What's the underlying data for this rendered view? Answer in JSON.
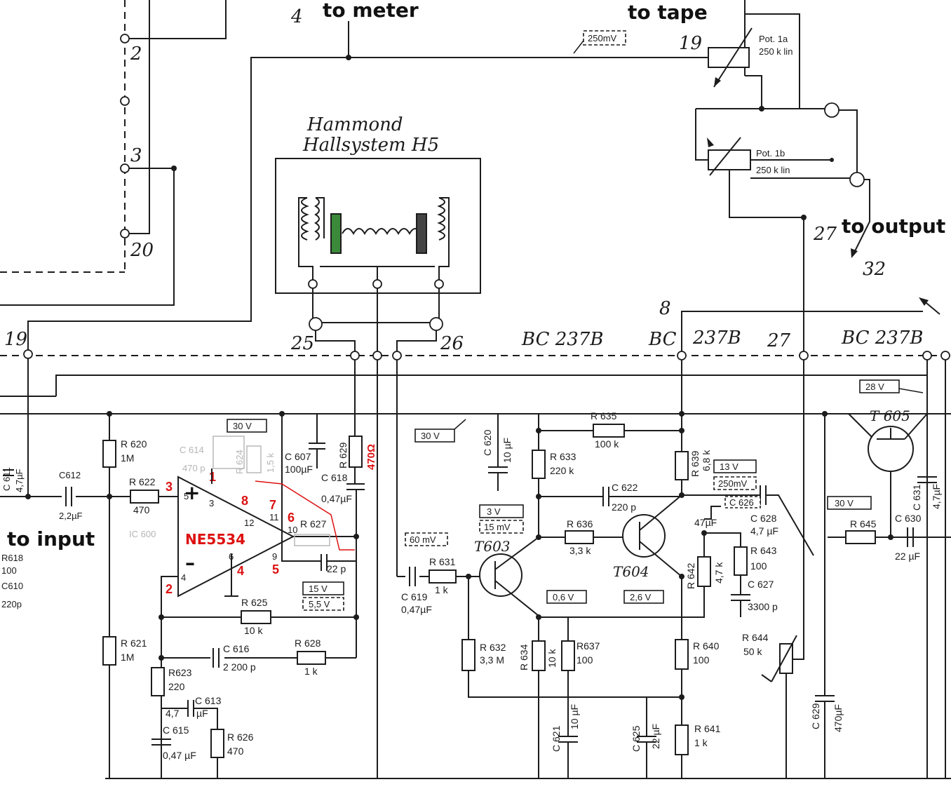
{
  "annotations": {
    "to_meter": "to meter",
    "to_tape": "to tape",
    "to_output": "to output",
    "to_input": "to input"
  },
  "reverb": {
    "line1": "Hammond",
    "line2": "Hallsystem H5"
  },
  "terminals": {
    "t4": "4",
    "t2": "2",
    "t3": "3",
    "t20": "20",
    "t19a": "19",
    "t19b": "19",
    "t25": "25",
    "t26": "26",
    "t8": "8",
    "t27a": "27",
    "t27b": "27",
    "t32": "32"
  },
  "transistor_types": {
    "a": "BC 237B",
    "b": "BC",
    "c": "237B",
    "d": "BC 237B"
  },
  "voltages": {
    "v250mV": "250mV",
    "v30a": "30 V",
    "v30b": "30 V",
    "v3": "3 V",
    "v15mV": "15 mV",
    "v60mV": "60 mV",
    "v15": "15 V",
    "v55": "5,5 V",
    "v06": "0,6 V",
    "v26": "2,6 V",
    "v13": "13 V",
    "v250mV2": "250mV",
    "v28": "28 V",
    "v30c": "30 V"
  },
  "pots": {
    "p1a_name": "Pot. 1a",
    "p1a_val": "250 k lin",
    "p1b_name": "Pot. 1b",
    "p1b_val": "250 k lin"
  },
  "opamp": {
    "name": "NE5534",
    "ic": "IC 600",
    "pins": {
      "p1": "1",
      "p2": "2",
      "p3": "3",
      "p4": "4",
      "p5": "5",
      "p6": "6",
      "p7": "7",
      "p8": "8"
    },
    "internal": {
      "i5": "5",
      "i3": "3",
      "i12": "12",
      "i11": "11",
      "i10": "10",
      "i9": "9",
      "i6": "6",
      "i4": "4"
    },
    "plus": "+",
    "minus": "–"
  },
  "components": {
    "r620": "R 620",
    "r620v": "1M",
    "r621": "R 621",
    "r621v": "1M",
    "r622": "R 622",
    "r622v": "470",
    "r623": "R623",
    "r623v": "220",
    "r625": "R 625",
    "r625v": "10 k",
    "r626": "R 626",
    "r626v": "470",
    "r627": "R 627",
    "r628": "R 628",
    "r628v": "1 k",
    "r629": "R 629",
    "r629v": "470Ω",
    "r631": "R 631",
    "r631v": "1 k",
    "r632": "R 632",
    "r632v": "3,3 M",
    "r633": "R 633",
    "r633v": "220 k",
    "r634": "R 634",
    "r634v": "10 k",
    "r635": "R 635",
    "r635v": "100 k",
    "r636": "R 636",
    "r636v": "3,3 k",
    "r637": "R637",
    "r637v": "100",
    "r639": "R 639",
    "r639v": "6,8 k",
    "r640": "R 640",
    "r640v": "100",
    "r641": "R 641",
    "r641v": "1 k",
    "r642": "R 642",
    "r642v": "4,7 k",
    "r643": "R 643",
    "r643v": "100",
    "r644": "R 644",
    "r644v": "50 k",
    "r645": "R 645",
    "r618": "R618",
    "r618v": "100",
    "c610": "C610",
    "c610v": "220p",
    "c611": "C 611",
    "c611v": "4,7µF",
    "c612": "C612",
    "c612v": "2,2µF",
    "c607": "C 607",
    "c607v": "100µF",
    "c618": "C 618",
    "c618v": "0,47µF",
    "c614": "C 614",
    "c614v": "470 p",
    "r624": "R 624",
    "r624v": "1,5 k",
    "c616": "C 616",
    "c616v": "2 200 p",
    "c613": "C 613",
    "c613v1": "4,7",
    "c613v2": "µF",
    "c615": "C 615",
    "c615v": "0,47 µF",
    "c619": "C 619",
    "c619v": "0,47µF",
    "c620": "C 620",
    "c620v": "10 µF",
    "c621": "C 621",
    "c621v": "10 µF",
    "c622": "C 622",
    "c622v": "220 p",
    "c625": "C 625",
    "c625v": "22 µF",
    "c626": "C 626",
    "c626v": "47µF",
    "c627": "C 627",
    "c627v": "3300 p",
    "c628": "C 628",
    "c628v": "4,7 µF",
    "c629": "C 629",
    "c629v": "470µF",
    "c630": "C 630",
    "c630v": "22 µF",
    "c631": "C 631",
    "c631v": "4,7µF",
    "c22p": "22 p",
    "t603": "T603",
    "t604": "T604",
    "t605": "T 605"
  }
}
